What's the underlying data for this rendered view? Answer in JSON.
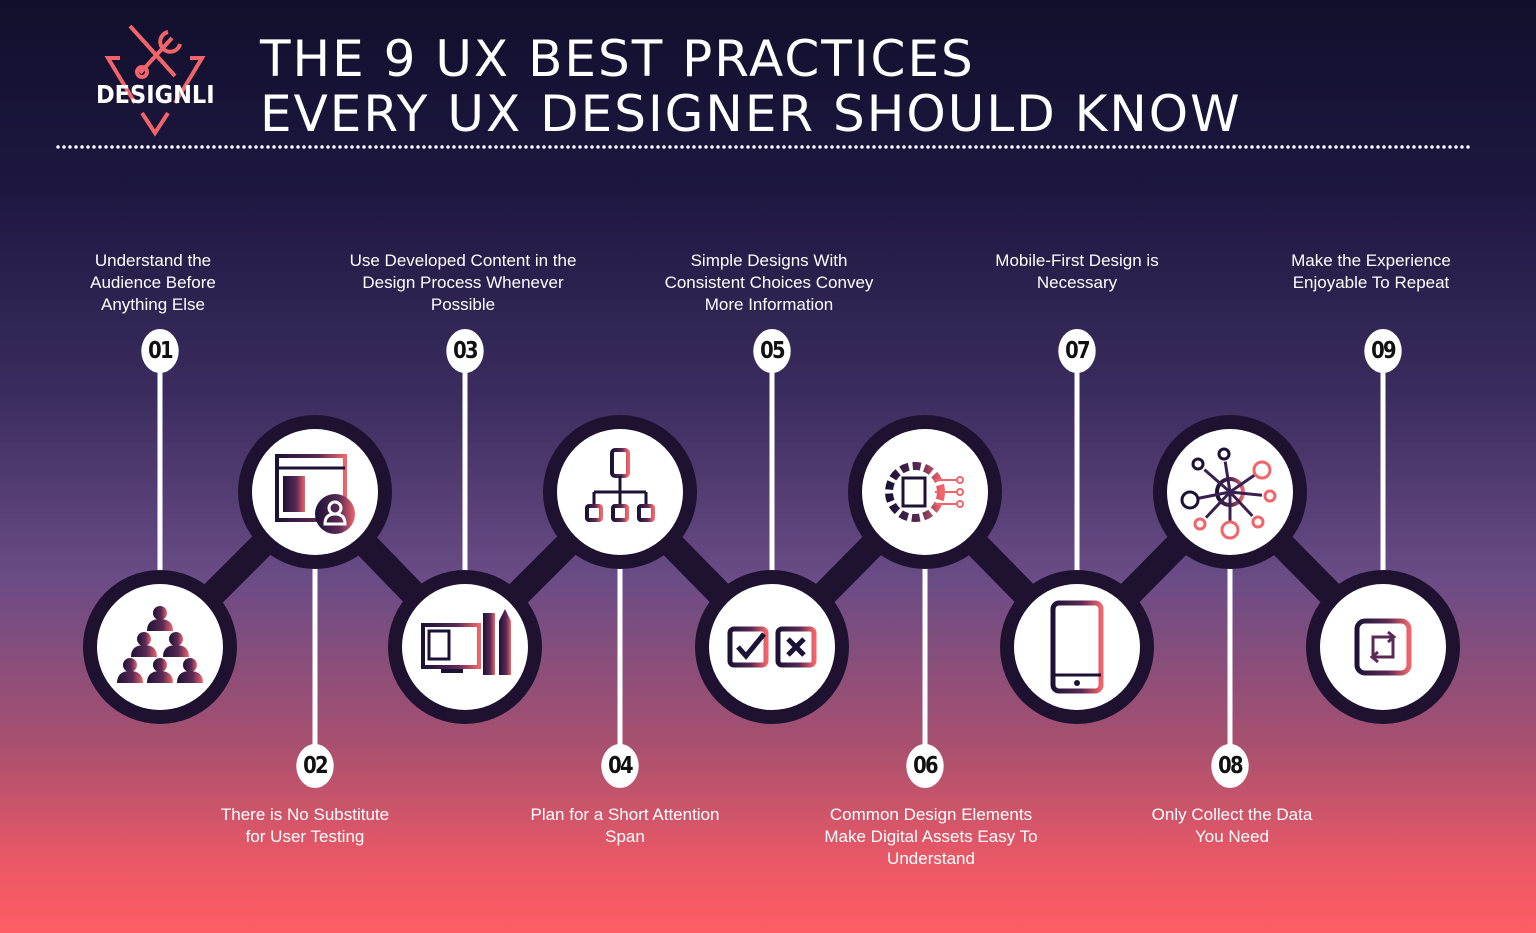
{
  "logo": {
    "text": "DESIGNLI"
  },
  "title": {
    "line1": "THE 9 UX BEST PRACTICES",
    "line2": "EVERY UX DESIGNER SHOULD KNOW"
  },
  "colors": {
    "accent": "#f0646a",
    "ring": "#1e1230",
    "bg_top": "#120f2c",
    "bg_bottom": "#ff5c63"
  },
  "practices": [
    {
      "number": "01",
      "label": "Understand the Audience Before Anything Else",
      "icon": "audience-group-icon"
    },
    {
      "number": "02",
      "label": "There is No Substitute for User Testing",
      "icon": "user-testing-window-icon"
    },
    {
      "number": "03",
      "label": "Use Developed Content in the Design Process Whenever Possible",
      "icon": "design-tools-monitor-icon"
    },
    {
      "number": "04",
      "label": "Plan for a Short Attention Span",
      "icon": "hierarchy-sitemap-icon"
    },
    {
      "number": "05",
      "label": "Simple Designs With Consistent Choices Convey More Information",
      "icon": "check-cross-choice-icon"
    },
    {
      "number": "06",
      "label": "Common Design Elements Make Digital Assets Easy To Understand",
      "icon": "gear-circuit-icon"
    },
    {
      "number": "07",
      "label": "Mobile-First Design is Necessary",
      "icon": "smartphone-icon"
    },
    {
      "number": "08",
      "label": "Only Collect the Data You Need",
      "icon": "data-network-icon"
    },
    {
      "number": "09",
      "label": "Make the Experience Enjoyable To Repeat",
      "icon": "repeat-icon"
    }
  ]
}
